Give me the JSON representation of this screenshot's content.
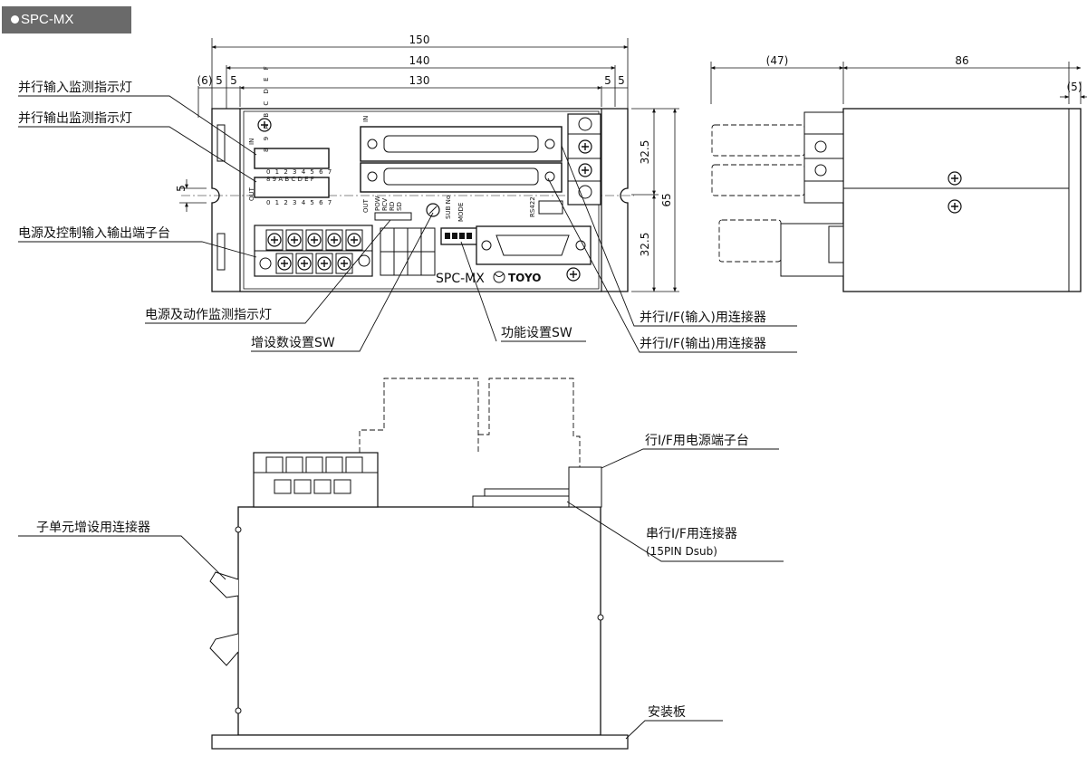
{
  "header": {
    "title": "SPC-MX"
  },
  "dimensions": {
    "top_total": "150",
    "top_140": "140",
    "top_130": "130",
    "top_left_offset": "(6)",
    "top_left_5": "5",
    "top_left_5b": "5",
    "top_right_5": "5",
    "top_right_5b": "5",
    "left_5": "5",
    "right_32a": "32.5",
    "right_32b": "32.5",
    "right_65": "65",
    "side_47": "(47)",
    "side_86": "86",
    "side_5": "(5)"
  },
  "callouts": {
    "parallel_in_led": "并行输入监测指示灯",
    "parallel_out_led": "并行输出监测指示灯",
    "power_terminal": "电源及控制输入输出端子台",
    "power_led": "电源及动作监测指示灯",
    "expansion_sw": "增设数设置SW",
    "function_sw": "功能设置SW",
    "parallel_in_conn": "并行I/F(输入)用连接器",
    "parallel_out_conn": "并行I/F(输出)用连接器",
    "serial_power_terminal": "行I/F用电源端子台",
    "serial_conn": "串行I/F用连接器",
    "serial_conn_note": "(15PIN Dsub)",
    "sub_unit_conn": "子单元增设用连接器",
    "mount_plate": "安装板"
  },
  "panel": {
    "model": "SPC-MX",
    "brand": "TOYO",
    "in_label": "IN",
    "out_label": "OUT",
    "in_conn_label": "IN",
    "out_conn_label": "OUT",
    "in_top_digits": "8 9 A B C D E F",
    "in_bottom_digits": "0 1 2 3 4 5 6 7",
    "out_top_digits": "8 9 A B C D E F",
    "out_bottom_digits": "0 1 2 3 4 5 6 7",
    "led_pow": "POW",
    "led_rcv": "RCV",
    "led_rd": "RD",
    "led_sd": "SD",
    "sub_no": "SUB No",
    "mode": "MODE",
    "rs422": "RS422"
  }
}
